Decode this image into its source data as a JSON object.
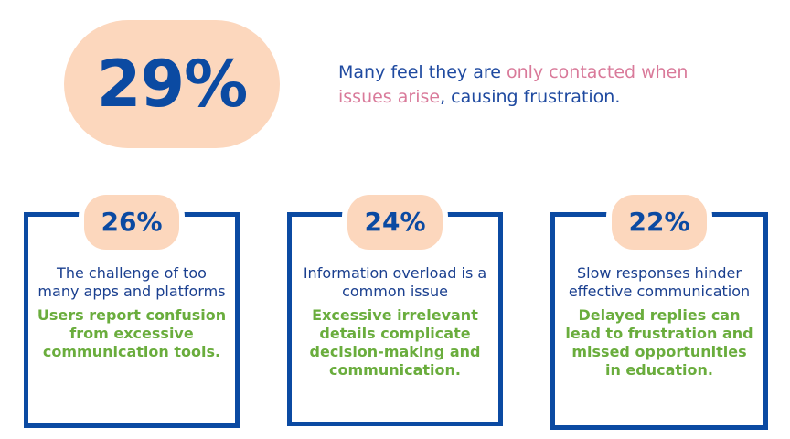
{
  "hero": {
    "percent": "29%",
    "text_before": "Many feel they are ",
    "text_highlight": "only contacted when issues arise",
    "text_after": ", causing frustration."
  },
  "cards": [
    {
      "percent": "26%",
      "title": "The challenge of too many apps and platforms",
      "description": "Users report confusion from excessive communication tools."
    },
    {
      "percent": "24%",
      "title": "Information overload is a common issue",
      "description": "Excessive irrelevant details complicate decision-making and communication."
    },
    {
      "percent": "22%",
      "title": "Slow responses hinder effective communication",
      "description": "Delayed replies can lead to frustration and missed opportunities in education."
    }
  ],
  "colors": {
    "primary_blue": "#0b4aa2",
    "peach": "#fcd7bd",
    "pink_highlight": "#d97a9a",
    "green_text": "#6aad3d"
  }
}
